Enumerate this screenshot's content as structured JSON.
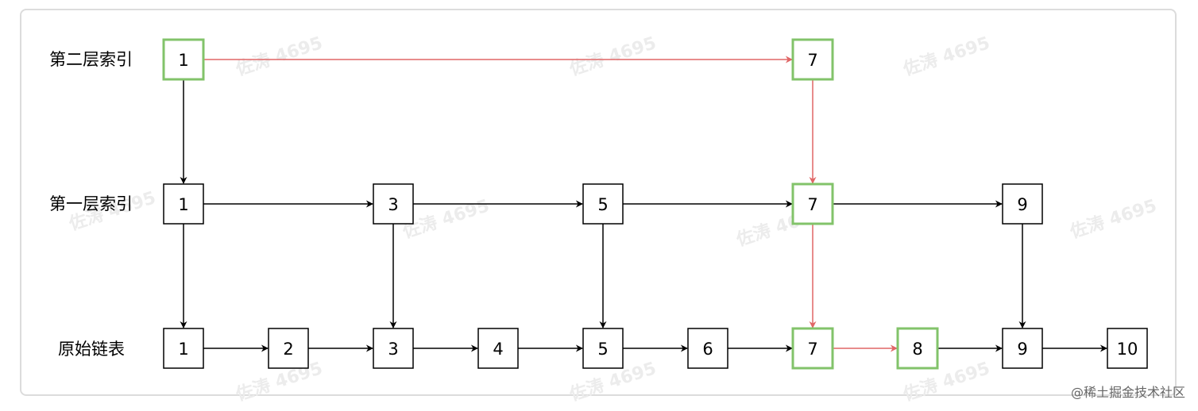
{
  "rows": [
    {
      "label": "第二层索引",
      "nodes": [
        {
          "value": "1",
          "highlight": true
        },
        {
          "value": "7",
          "highlight": true
        }
      ]
    },
    {
      "label": "第一层索引",
      "nodes": [
        {
          "value": "1",
          "highlight": false
        },
        {
          "value": "3",
          "highlight": false
        },
        {
          "value": "5",
          "highlight": false
        },
        {
          "value": "7",
          "highlight": true
        },
        {
          "value": "9",
          "highlight": false
        }
      ]
    },
    {
      "label": "原始链表",
      "nodes": [
        {
          "value": "1",
          "highlight": false
        },
        {
          "value": "2",
          "highlight": false
        },
        {
          "value": "3",
          "highlight": false
        },
        {
          "value": "4",
          "highlight": false
        },
        {
          "value": "5",
          "highlight": false
        },
        {
          "value": "6",
          "highlight": false
        },
        {
          "value": "7",
          "highlight": true
        },
        {
          "value": "8",
          "highlight": true
        },
        {
          "value": "9",
          "highlight": false
        },
        {
          "value": "10",
          "highlight": false
        }
      ]
    }
  ],
  "search_path": [
    "L2:1->L2:7",
    "L2:7->L1:7",
    "L1:7->L0:7",
    "L0:7->L0:8"
  ],
  "colors": {
    "node_border": "#000000",
    "highlight_border": "#82c36a",
    "edge": "#000000",
    "search_edge": "#e06666"
  },
  "watermark": "佐涛 4695",
  "footer": "@稀土掘金技术社区"
}
